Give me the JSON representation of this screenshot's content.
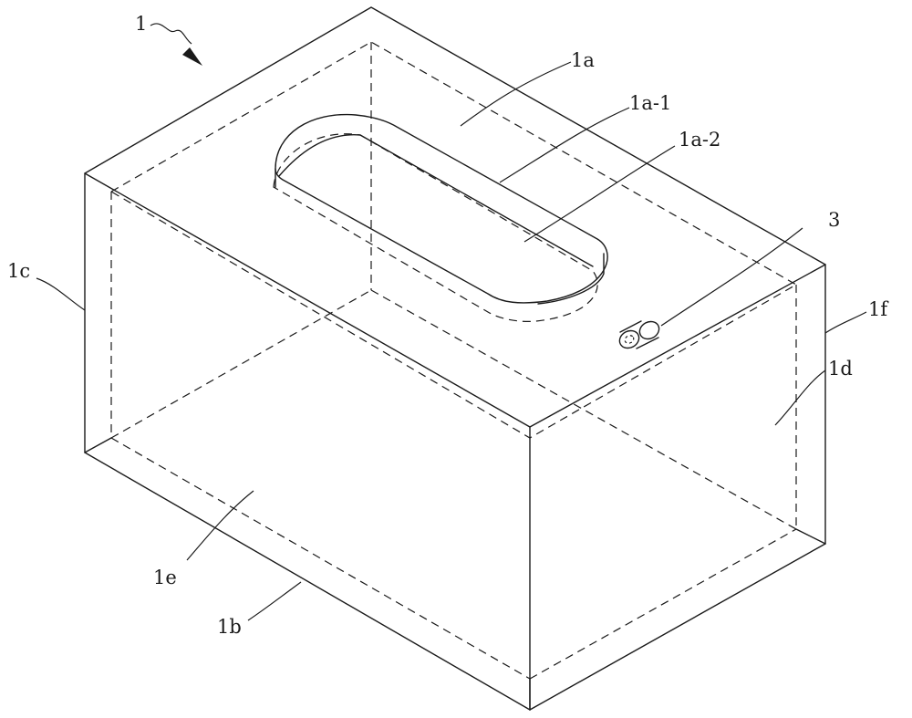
{
  "figure": {
    "labels": {
      "assembly": "1",
      "top_face": "1a",
      "slot_rim": "1a-1",
      "slot_opening": "1a-2",
      "port": "3",
      "left_face": "1c",
      "right_end_edge": "1f",
      "right_face": "1d",
      "front_face": "1e",
      "bottom_face": "1b"
    },
    "line_color": "#1a1a1a",
    "background": "#ffffff"
  }
}
